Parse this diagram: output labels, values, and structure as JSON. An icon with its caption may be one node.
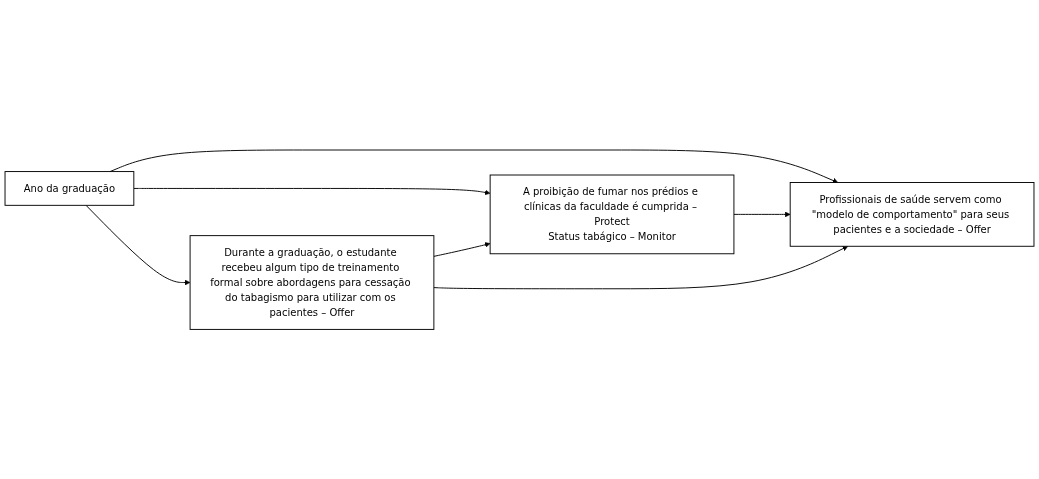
{
  "diagram": {
    "nodes": [
      {
        "text": [
          "Ano da graduação"
        ]
      },
      {
        "text": [
          "A proibição de fumar nos prédios e clínicas da faculdade é cumprida – Protect",
          "Status tabágico – Monitor"
        ]
      },
      {
        "text": [
          "Profissionais de saúde servem como \"modelo de comportamento\" para seus pacientes e a sociedade – Offer"
        ]
      },
      {
        "text": [
          "Durante a graduação, o estudante recebeu algum tipo de treinamento formal sobre abordagens para cessação do tabagismo para utilizar com os pacientes – Offer"
        ]
      }
    ],
    "edges": [
      {
        "from": 0,
        "to": 1,
        "arrow": "to"
      },
      {
        "from": 0,
        "to": 2,
        "arrow": "to"
      },
      {
        "from": 0,
        "to": 3,
        "arrow": "to"
      },
      {
        "from": 1,
        "to": 2,
        "arrow": "to"
      },
      {
        "from": 3,
        "to": 1,
        "arrow": "to"
      },
      {
        "from": 3,
        "to": 2,
        "arrow": "to"
      }
    ]
  }
}
